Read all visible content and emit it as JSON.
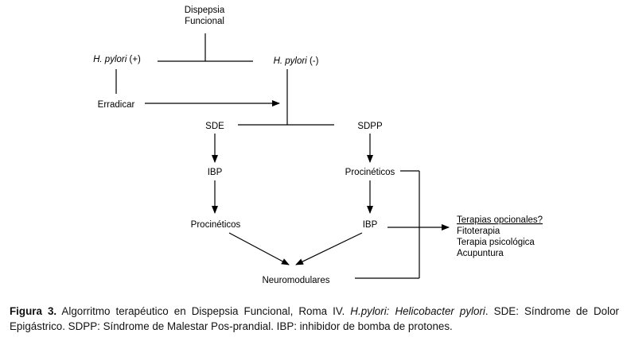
{
  "nodes": {
    "dispepsia_line1": "Dispepsia",
    "dispepsia_line2": "Funcional",
    "hp_pos_name": "H. pylori",
    "hp_pos_sign": " (+)",
    "hp_neg_name": "H. pylori",
    "hp_neg_sign": " (-)",
    "erradicar": "Erradicar",
    "sde": "SDE",
    "sdpp": "SDPP",
    "ibp_left": "IBP",
    "procineticos_right": "Procinéticos",
    "procineticos_left": "Procinéticos",
    "ibp_right": "IBP",
    "neuromodulares": "Neuromodulares"
  },
  "optional_therapies": {
    "title": "Terapias opcionales?",
    "items": [
      "Fitoterapia",
      "Terapia psicológica",
      "Acupuntura"
    ]
  },
  "caption": {
    "label": "Figura 3.",
    "text_1": " Algorritmo terapéutico en Dispepsia Funcional, Roma IV. ",
    "italic_1": "H.pylori: Helicobacter pylori",
    "text_2": ". SDE: Síndrome de Dolor Epigástrico. SDPP: Síndrome de Malestar Pos-prandial. IBP: inhibidor de bomba de protones."
  }
}
